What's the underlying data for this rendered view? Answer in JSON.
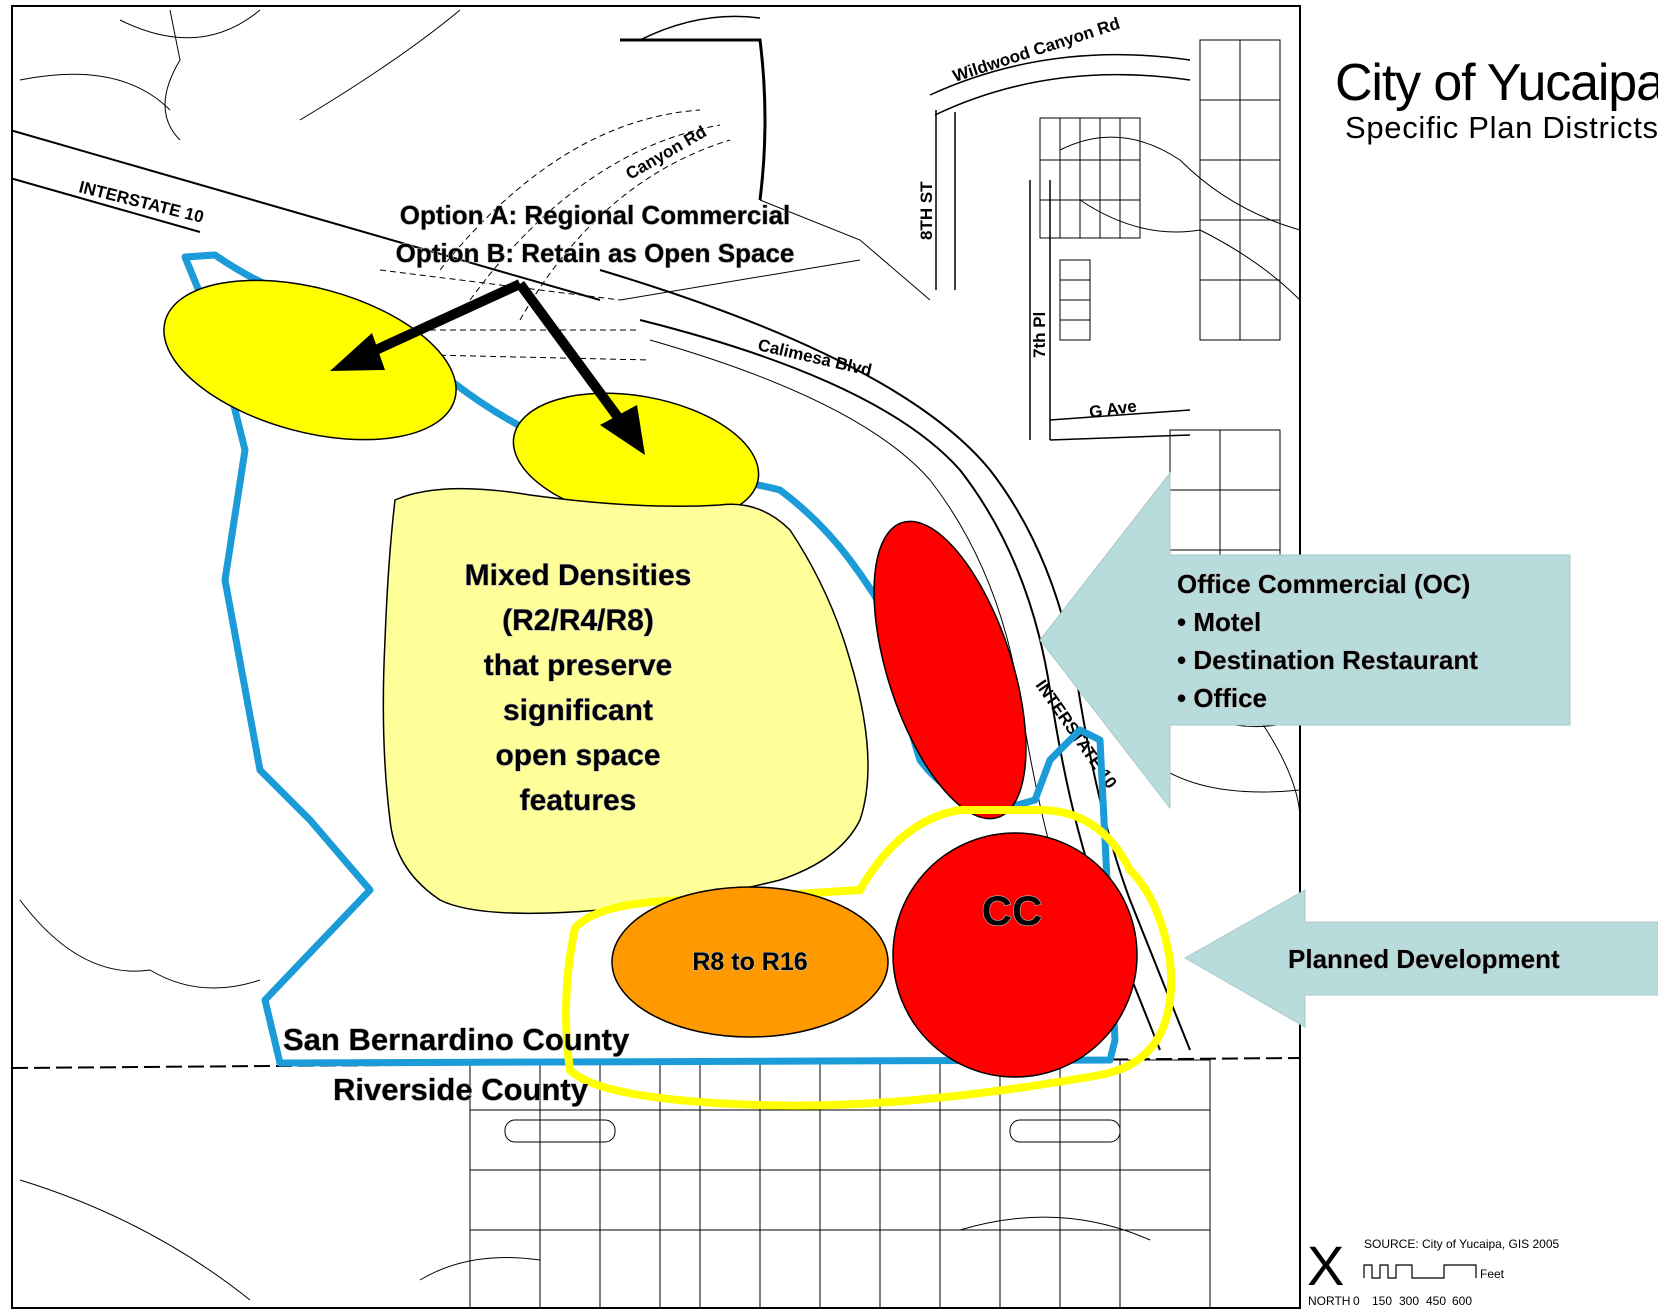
{
  "map": {
    "title": "City of Yucaipa",
    "subtitle": "Specific Plan Districts",
    "source": "SOURCE: City of Yucaipa, GIS 2005",
    "north_label": "NORTH",
    "scale_unit": "Feet",
    "scale_ticks": [
      "0",
      "150",
      "300",
      "450",
      "600"
    ],
    "roads": {
      "interstate_10_west": "INTERSTATE 10",
      "interstate_10_east": "INTERSTATE 10",
      "wildwood_canyon": "Wildwood Canyon Rd",
      "canyon_rd": "Canyon Rd",
      "eighth_st": "8TH ST",
      "seventh_pl": "7th Pl",
      "calimesa_blvd": "Calimesa Blvd",
      "g_ave": "G Ave"
    },
    "annotations": {
      "option_a": "Option A: Regional Commercial",
      "option_b": "Option B: Retain as Open Space",
      "mixed_lines": [
        "Mixed Densities",
        "(R2/R4/R8)",
        "that preserve",
        "significant",
        "open space",
        "features"
      ],
      "oc_title": "Office Commercial (OC)",
      "oc_items": [
        "• Motel",
        "• Destination Restaurant",
        "• Office"
      ],
      "planned_development": "Planned Development",
      "r8_r16": "R8 to R16",
      "cc": "CC",
      "san_bernardino": "San Bernardino County",
      "riverside": "Riverside County"
    },
    "colors": {
      "plan_boundary": "#1b9bd7",
      "yellow_zone": "#ffff00",
      "mixed_zone": "#ffff99",
      "red_zone": "#ff0000",
      "orange_zone": "#ff9900",
      "callout_fill": "#b8dcdc",
      "pd_outline": "#ffff00"
    }
  }
}
